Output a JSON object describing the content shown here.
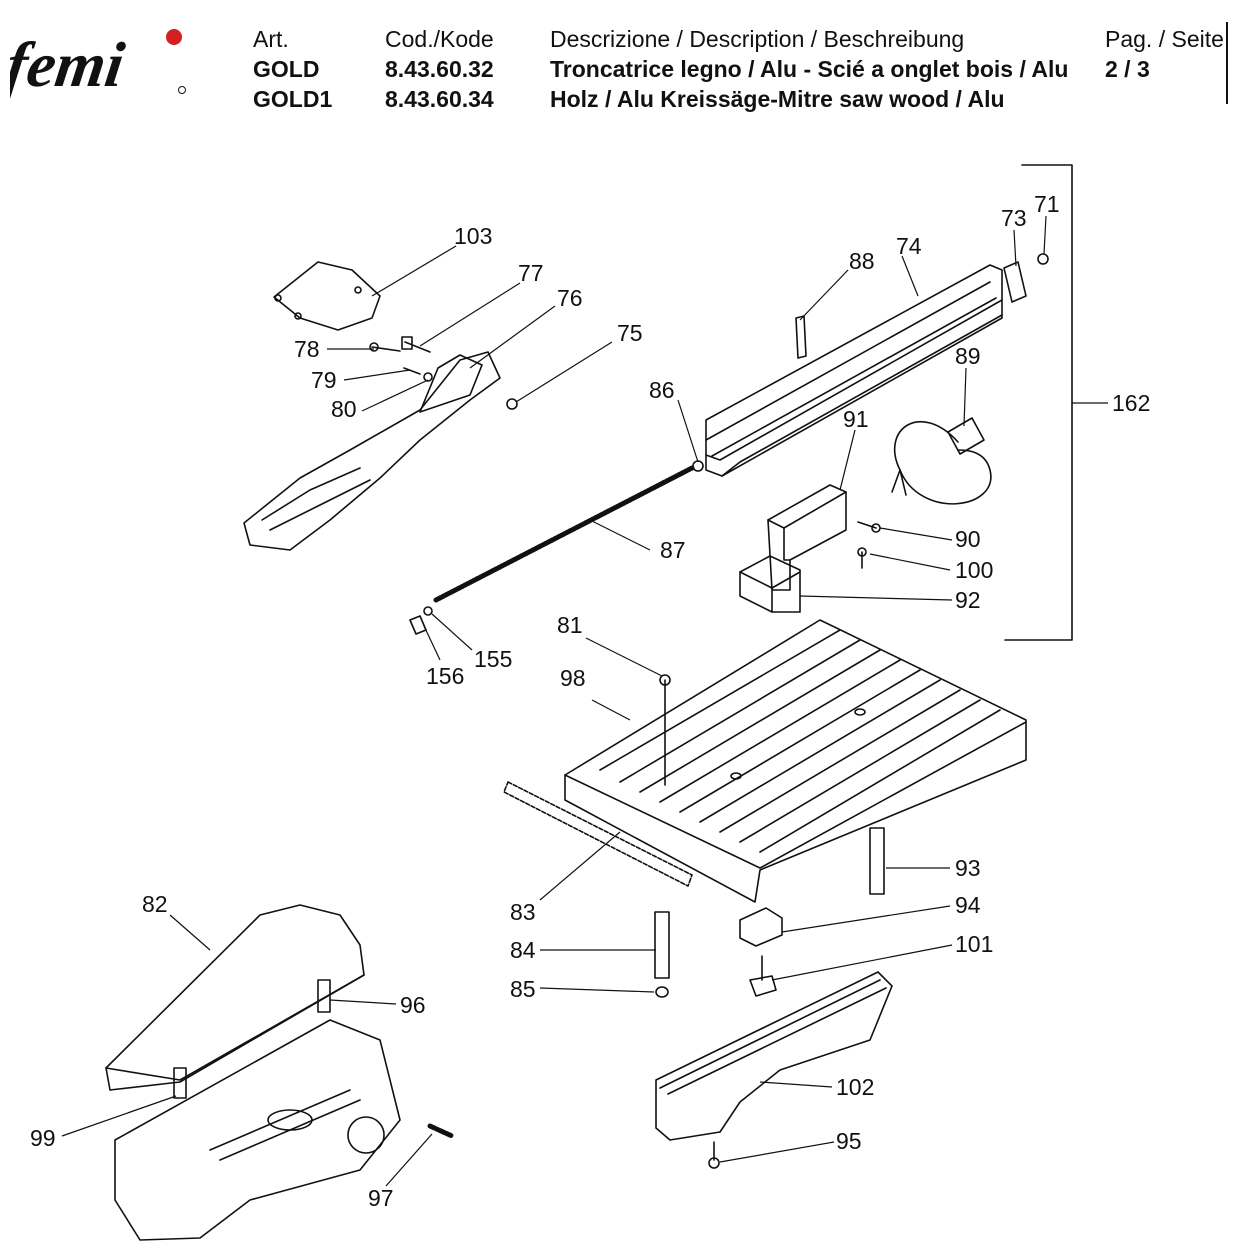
{
  "header": {
    "logo_text": "femi",
    "art": {
      "label": "Art.",
      "rows": [
        "GOLD",
        "GOLD1"
      ]
    },
    "code": {
      "label": "Cod./Kode",
      "rows": [
        "8.43.60.32",
        "8.43.60.34"
      ]
    },
    "description": {
      "label": "Descrizione / Description / Beschreibung",
      "rows": [
        "Troncatrice legno / Alu - Scié a onglet bois / Alu",
        "Holz / Alu Kreissäge-Mitre saw wood / Alu"
      ]
    },
    "page": {
      "label": "Pag. / Seite",
      "value": "2 / 3"
    }
  },
  "colors": {
    "ink": "#111111",
    "logo_dot": "#d32020"
  },
  "callouts": [
    "103",
    "77",
    "76",
    "75",
    "78",
    "79",
    "80",
    "86",
    "87",
    "88",
    "74",
    "73",
    "71",
    "89",
    "162",
    "91",
    "90",
    "100",
    "92",
    "81",
    "98",
    "156",
    "155",
    "93",
    "94",
    "83",
    "84",
    "85",
    "101",
    "82",
    "96",
    "102",
    "99",
    "97",
    "95"
  ]
}
